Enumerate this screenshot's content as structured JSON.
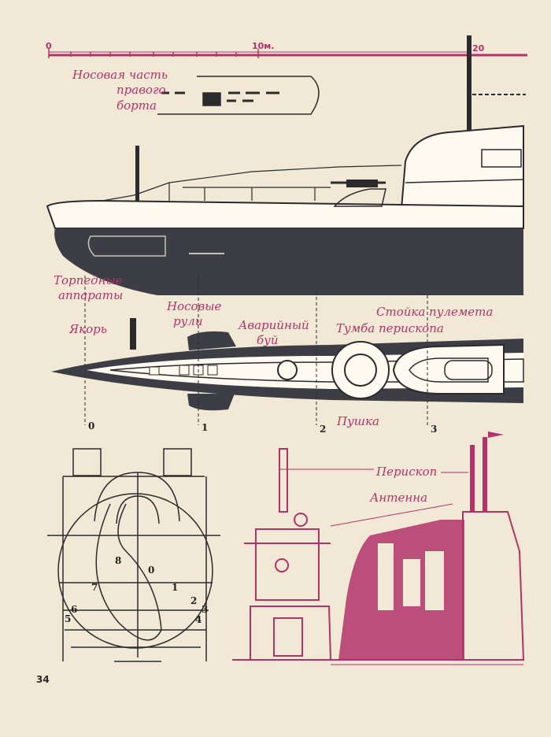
{
  "scale": {
    "start": "0",
    "mid": "10м.",
    "end": "20"
  },
  "labels": {
    "bow_starboard": [
      "Носовая часть",
      "правого",
      "борта"
    ],
    "torpedo_tubes": [
      "Торпедные",
      "аппараты"
    ],
    "bow_rudders": [
      "Носовые",
      "рули"
    ],
    "anchor": "Якорь",
    "emergency_buoy": [
      "Аварийный",
      "буй"
    ],
    "mg_mount": "Стойка пулемета",
    "periscope_pedestal": "Тумба перископа",
    "gun": "Пушка",
    "periscope": "Перископ",
    "antenna": "Антенна"
  },
  "station_marks": [
    "0",
    "1",
    "2",
    "3"
  ],
  "section_numbers": [
    "8",
    "0",
    "7",
    "1",
    "6",
    "2",
    "3",
    "5",
    "4"
  ],
  "page_number": "34",
  "colors": {
    "paper": "#f1e9d6",
    "ink": "#2b2b2e",
    "accent": "#b2336a",
    "hull": "#3d3e45"
  }
}
